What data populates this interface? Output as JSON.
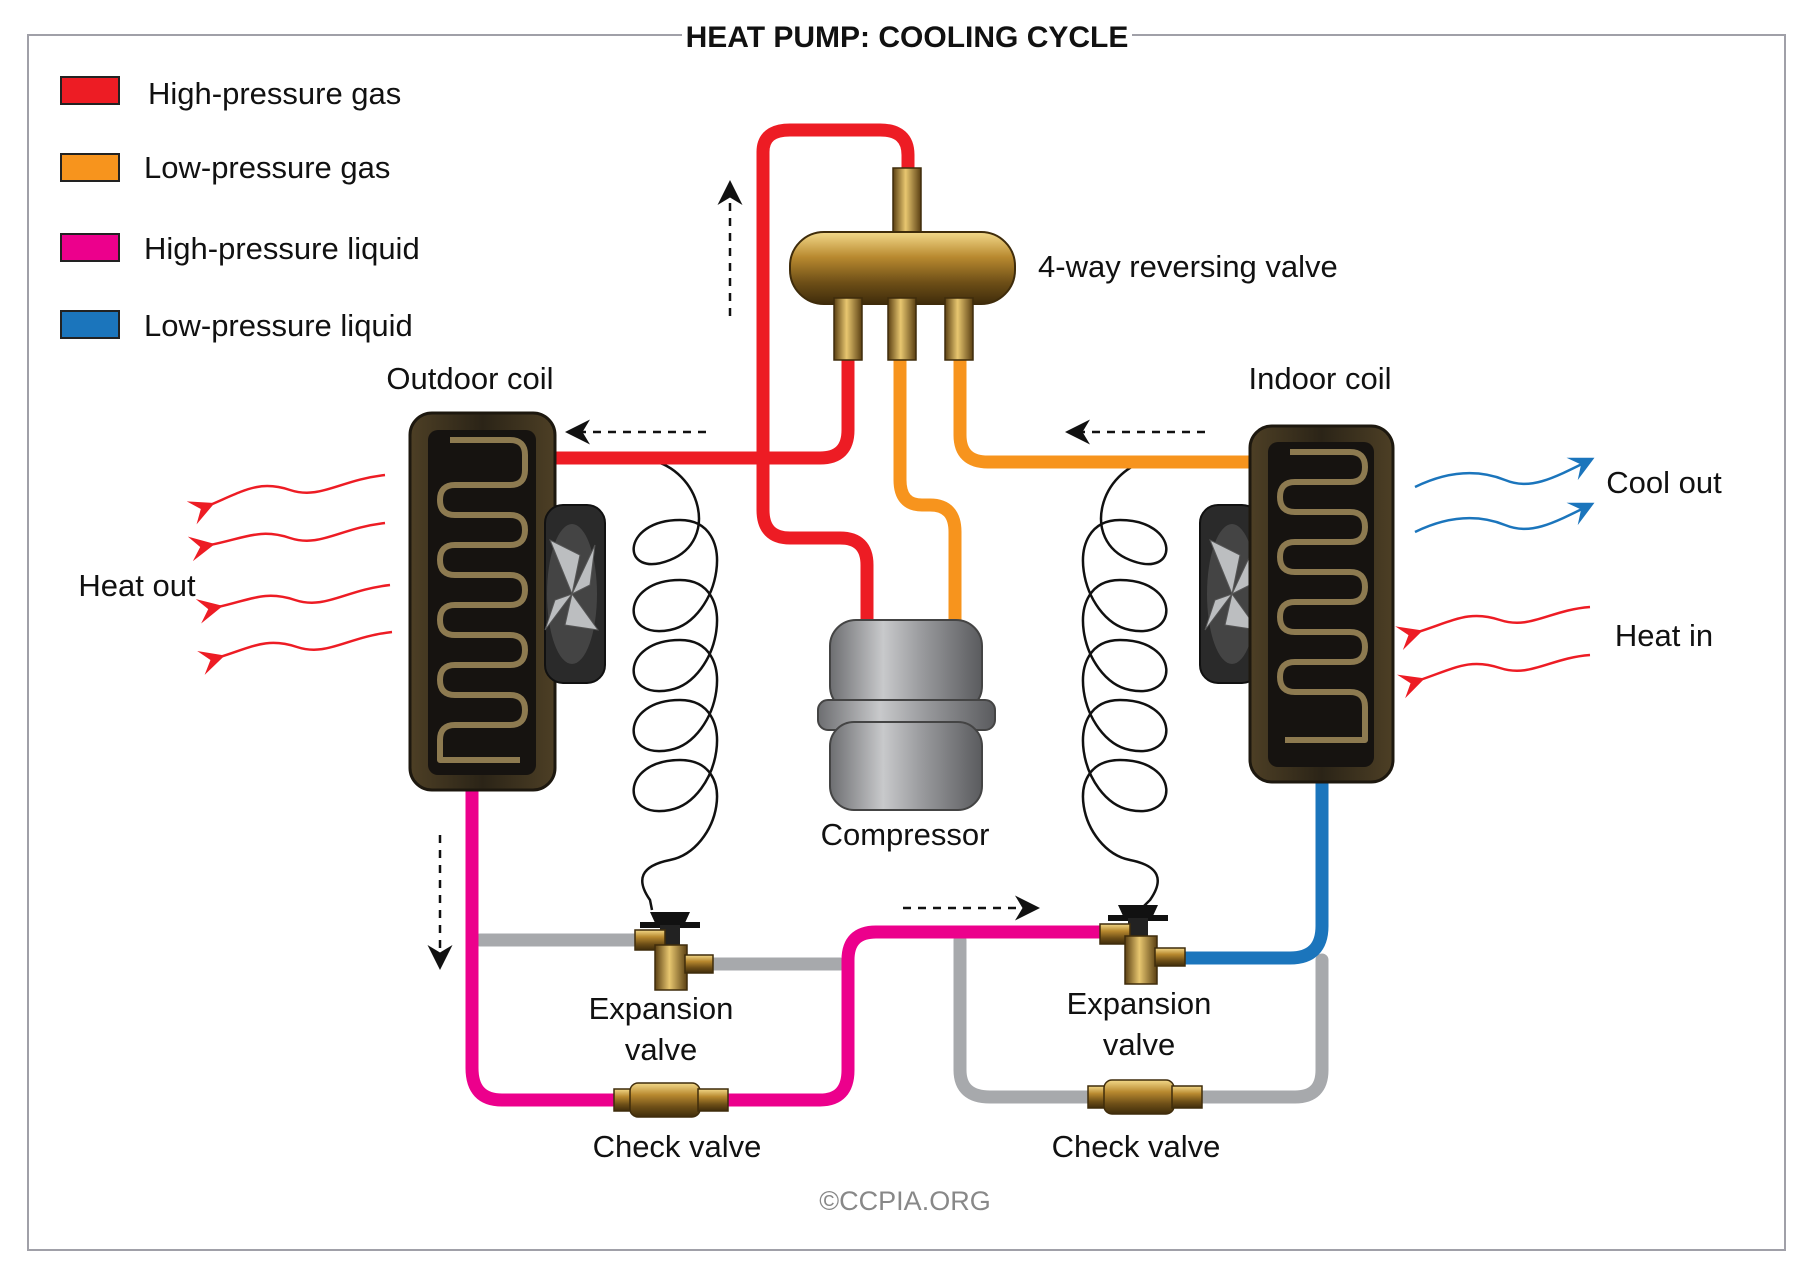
{
  "title": "HEAT PUMP: COOLING CYCLE",
  "legend": [
    {
      "label": "High-pressure gas",
      "color": "#ed1c24"
    },
    {
      "label": "Low-pressure gas",
      "color": "#f7941d"
    },
    {
      "label": "High-pressure liquid",
      "color": "#ec008c"
    },
    {
      "label": "Low-pressure liquid",
      "color": "#1b75bc"
    }
  ],
  "labels": {
    "reversing_valve": "4-way reversing valve",
    "outdoor_coil": "Outdoor coil",
    "indoor_coil": "Indoor coil",
    "heat_out": "Heat out",
    "cool_out": "Cool out",
    "heat_in": "Heat in",
    "compressor": "Compressor",
    "expansion_valve_left_line1": "Expansion",
    "expansion_valve_left_line2": "valve",
    "expansion_valve_right_line1": "Expansion",
    "expansion_valve_right_line2": "valve",
    "check_valve_left": "Check valve",
    "check_valve_right": "Check valve",
    "copyright": "©CCPIA.ORG"
  },
  "colors": {
    "high_pressure_gas": "#ed1c24",
    "low_pressure_gas": "#f7941d",
    "high_pressure_liquid": "#ec008c",
    "low_pressure_liquid": "#1b75bc",
    "inactive_pipe": "#a7a9ac",
    "brass": "#a07a2c",
    "coil_frame": "#3b3020",
    "frame_border": "#a0a0a8"
  },
  "icons": [
    "fan-icon",
    "heat-wave-icon",
    "flow-arrow-icon",
    "compressor-icon",
    "reversing-valve-icon",
    "expansion-valve-icon",
    "check-valve-icon"
  ]
}
